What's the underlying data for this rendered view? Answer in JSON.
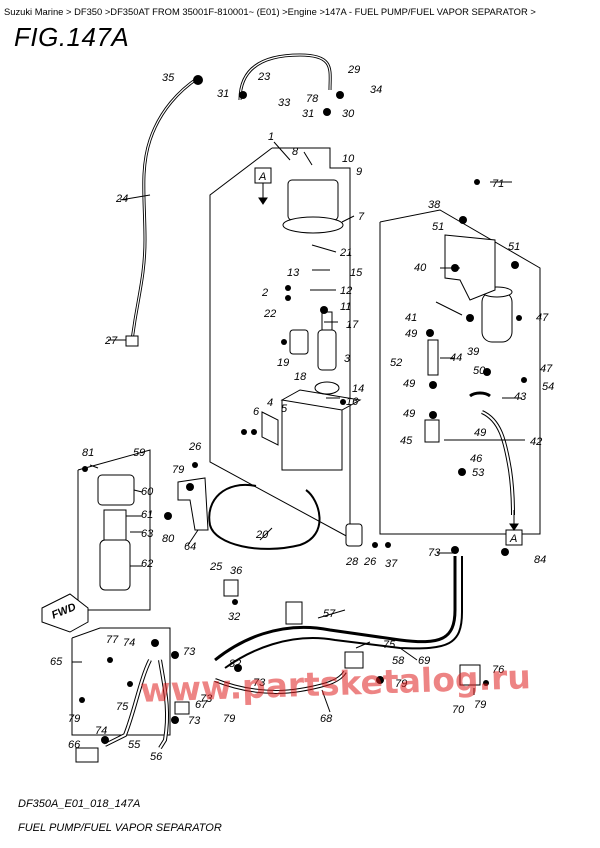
{
  "breadcrumb": "Suzuki Marine > DF350 >DF350AT FROM 35001F-810001~ (E01) >Engine >147A - FUEL PUMP/FUEL VAPOR SEPARATOR >",
  "figure_title": "FIG.147A",
  "watermark": "www.partsketalog.ru",
  "footer": {
    "code": "DF350A_E01_018_147A",
    "caption": "FUEL PUMP/FUEL VAPOR SEPARATOR"
  },
  "markers": {
    "a_top": "A",
    "a_right": "A",
    "fwd": "FWD"
  },
  "part_numbers": {
    "p1": "1",
    "p2": "2",
    "p3": "3",
    "p4": "4",
    "p5": "5",
    "p6": "6",
    "p7": "7",
    "p8": "8",
    "p9": "9",
    "p10": "10",
    "p11": "11",
    "p12": "12",
    "p13": "13",
    "p14": "14",
    "p15": "15",
    "p16": "16",
    "p17": "17",
    "p18": "18",
    "p19": "19",
    "p20": "20",
    "p21": "21",
    "p22": "22",
    "p23": "23",
    "p24": "24",
    "p25": "25",
    "p26": "26",
    "p26b": "26",
    "p27": "27",
    "p28": "28",
    "p29": "29",
    "p30": "30",
    "p31a": "31",
    "p31b": "31",
    "p32": "32",
    "p33": "33",
    "p34": "34",
    "p35": "35",
    "p36": "36",
    "p37": "37",
    "p38": "38",
    "p39": "39",
    "p40": "40",
    "p41": "41",
    "p42": "42",
    "p43": "43",
    "p44": "44",
    "p45": "45",
    "p46": "46",
    "p47a": "47",
    "p47b": "47",
    "p49a": "49",
    "p49b": "49",
    "p49c": "49",
    "p49d": "49",
    "p50": "50",
    "p51a": "51",
    "p51b": "51",
    "p52": "52",
    "p53": "53",
    "p54": "54",
    "p55": "55",
    "p56": "56",
    "p57": "57",
    "p58": "58",
    "p59": "59",
    "p60": "60",
    "p61": "61",
    "p62": "62",
    "p63": "63",
    "p64": "64",
    "p65": "65",
    "p66": "66",
    "p67": "67",
    "p68": "68",
    "p69": "69",
    "p70": "70",
    "p71": "71",
    "p73a": "73",
    "p73b": "73",
    "p73c": "73",
    "p73d": "73",
    "p73e": "73",
    "p74a": "74",
    "p74b": "74",
    "p75a": "75",
    "p75b": "75",
    "p76": "76",
    "p77": "77",
    "p78": "78",
    "p79a": "79",
    "p79b": "79",
    "p79c": "79",
    "p79d": "79",
    "p79e": "79",
    "p80": "80",
    "p81": "81",
    "p82": "82",
    "p84": "84"
  },
  "colors": {
    "line": "#000000",
    "watermark": "#e02020",
    "background": "#ffffff"
  }
}
